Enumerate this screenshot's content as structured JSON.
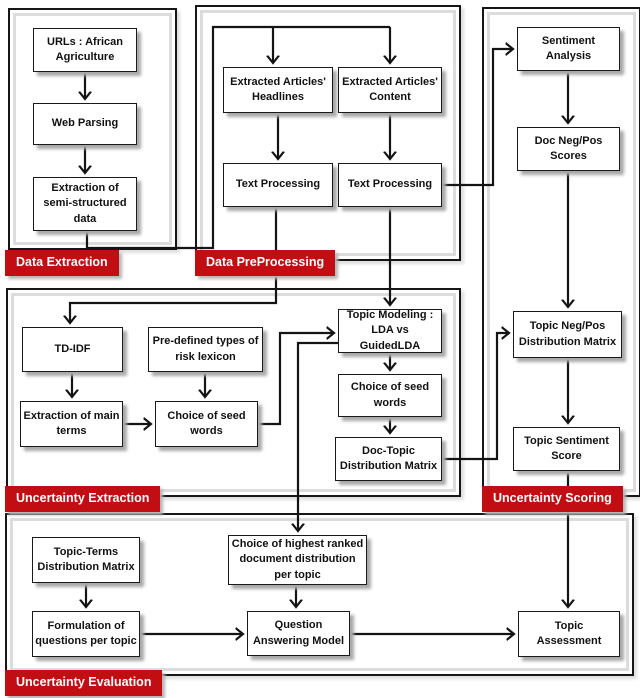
{
  "colors": {
    "accent_red": "#c20d12",
    "line_black": "#141414"
  },
  "sections": {
    "data_extraction": {
      "label": "Data Extraction"
    },
    "data_preprocessing": {
      "label": "Data PreProcessing"
    },
    "uncertainty_scoring": {
      "label": "Uncertainty Scoring"
    },
    "uncertainty_extraction": {
      "label": "Uncertainty Extraction"
    },
    "uncertainty_evaluation": {
      "label": "Uncertainty Evaluation"
    }
  },
  "nodes": {
    "urls": {
      "label": "URLs : African\nAgriculture"
    },
    "web_parsing": {
      "label": "Web Parsing"
    },
    "extraction_semi": {
      "label": "Extraction of\nsemi-structured\ndata"
    },
    "headlines": {
      "label": "Extracted Articles'\nHeadlines"
    },
    "content": {
      "label": "Extracted Articles'\nContent"
    },
    "textproc_left": {
      "label": "Text Processing"
    },
    "textproc_right": {
      "label": "Text Processing"
    },
    "sentiment": {
      "label": "Sentiment\nAnalysis"
    },
    "doc_negpos": {
      "label": "Doc Neg/Pos\nScores"
    },
    "topic_negpos": {
      "label": "Topic Neg/Pos\nDistribution Matrix"
    },
    "topic_sentiment": {
      "label": "Topic Sentiment\nScore"
    },
    "td_idf": {
      "label": "TD-IDF"
    },
    "risk_lexicon": {
      "label": "Pre-defined types of\nrisk lexicon"
    },
    "extraction_main": {
      "label": "Extraction of main\nterms"
    },
    "choice_seed_1": {
      "label": "Choice of seed\nwords"
    },
    "topic_modeling": {
      "label": "Topic Modeling :\nLDA vs GuidedLDA"
    },
    "choice_seed_2": {
      "label": "Choice of seed\nwords"
    },
    "doc_topic_matrix": {
      "label": "Doc-Topic\nDistribution Matrix"
    },
    "topic_terms": {
      "label": "Topic-Terms\nDistribution Matrix"
    },
    "formulation": {
      "label": "Formulation of\nquestions per topic"
    },
    "choice_highest": {
      "label": "Choice of highest ranked\ndocument distribution\nper topic"
    },
    "qa_model": {
      "label": "Question\nAnswering Model"
    },
    "topic_assessment": {
      "label": "Topic\nAssessment"
    }
  }
}
